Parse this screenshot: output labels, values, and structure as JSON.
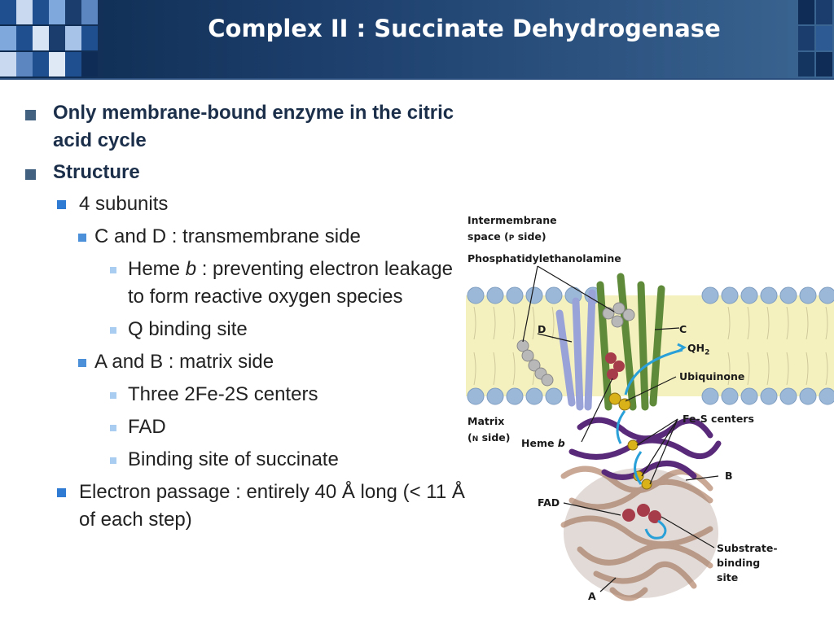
{
  "slide": {
    "title": "Complex II : Succinate Dehydrogenase"
  },
  "colors": {
    "header_dark": "#0d2a4f",
    "header_light": "#3b6592",
    "bullet_l1": "#42607f",
    "bullet_l2": "#2f7bd3",
    "bullet_l3": "#4b90d8",
    "bullet_l4": "#a8cdf0"
  },
  "bullets": [
    {
      "level": 1,
      "text": "Only membrane-bound enzyme in the citric acid cycle"
    },
    {
      "level": 1,
      "text": "Structure"
    },
    {
      "level": 2,
      "text": "4 subunits"
    },
    {
      "level": 3,
      "text": "C and D : transmembrane side"
    },
    {
      "level": 4,
      "text_italic": "b",
      "text_before": "Heme ",
      "text_after": " : preventing electron leakage to form reactive oxygen species"
    },
    {
      "level": 4,
      "text": "Q binding site"
    },
    {
      "level": 3,
      "text": "A and B : matrix side"
    },
    {
      "level": 4,
      "text": "Three 2Fe-2S centers"
    },
    {
      "level": 4,
      "text": "FAD"
    },
    {
      "level": 4,
      "text": "Binding site of succinate"
    },
    {
      "level": 2,
      "text": "Electron passage : entirely 40 Å long (< 11 Å of each step)"
    }
  ],
  "figure": {
    "intermembrane_line1": "Intermembrane",
    "intermembrane_line2_a": "space (",
    "intermembrane_line2_small": "P",
    "intermembrane_line2_b": " side)",
    "phosphatidylethanolamine": "Phosphatidylethanolamine",
    "label_d": "D",
    "label_c": "C",
    "qh2": "QH",
    "qh2_sub": "2",
    "ubiquinone": "Ubiquinone",
    "matrix_line1": "Matrix",
    "matrix_line2_a": "(",
    "matrix_line2_small": "N",
    "matrix_line2_b": " side)",
    "heme_b_a": "Heme ",
    "heme_b_b": "b",
    "fes_centers": "Fe-S centers",
    "label_b": "B",
    "fad": "FAD",
    "substrate_1": "Substrate-",
    "substrate_2": "binding",
    "substrate_3": "site",
    "label_a": "A"
  }
}
